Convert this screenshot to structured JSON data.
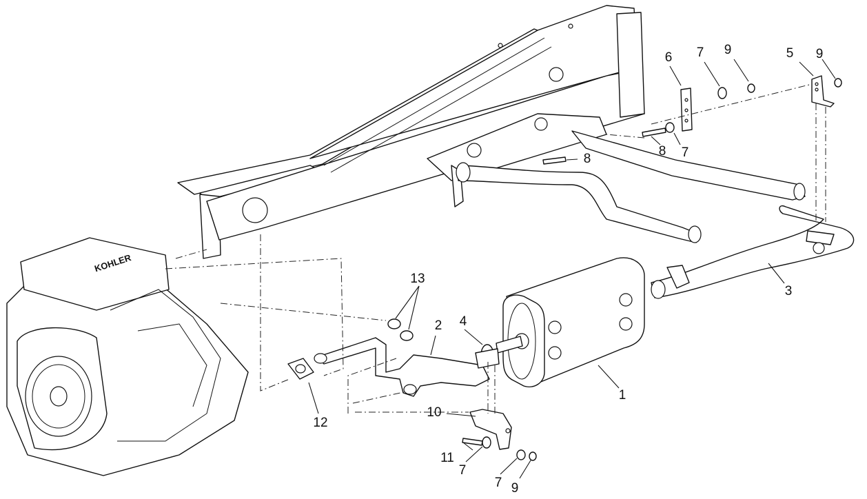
{
  "engine": {
    "brand_text": "KOHLER"
  },
  "callouts": [
    {
      "label": "1"
    },
    {
      "label": "2"
    },
    {
      "label": "3"
    },
    {
      "label": "4"
    },
    {
      "label": "5"
    },
    {
      "label": "6"
    },
    {
      "label": "7"
    },
    {
      "label": "7"
    },
    {
      "label": "7"
    },
    {
      "label": "7"
    },
    {
      "label": "8"
    },
    {
      "label": "8"
    },
    {
      "label": "9"
    },
    {
      "label": "9"
    },
    {
      "label": "9"
    },
    {
      "label": "10"
    },
    {
      "label": "11"
    },
    {
      "label": "12"
    },
    {
      "label": "13"
    }
  ]
}
